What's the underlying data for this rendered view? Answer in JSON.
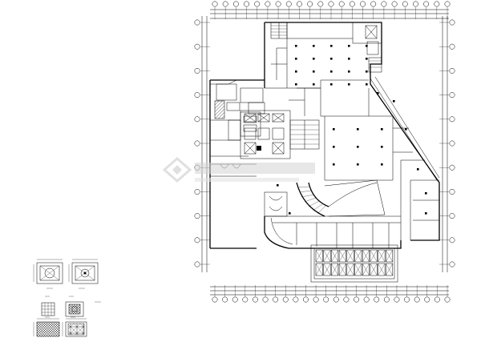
{
  "drawing": {
    "type": "architectural-floor-plan",
    "line_color": "#000000",
    "background": "#ffffff",
    "watermark": {
      "color": "#c8c8c8",
      "icon": "logo-mark-icon"
    }
  },
  "grid": {
    "top_bubbles": 23,
    "bottom_bubbles": 24,
    "left_bubbles": 11,
    "right_bubbles": 11
  },
  "detail_sheet": {
    "panels": 6,
    "icons": [
      "circle-pattern-icon",
      "square-tile-icon",
      "hatch-icon"
    ]
  }
}
